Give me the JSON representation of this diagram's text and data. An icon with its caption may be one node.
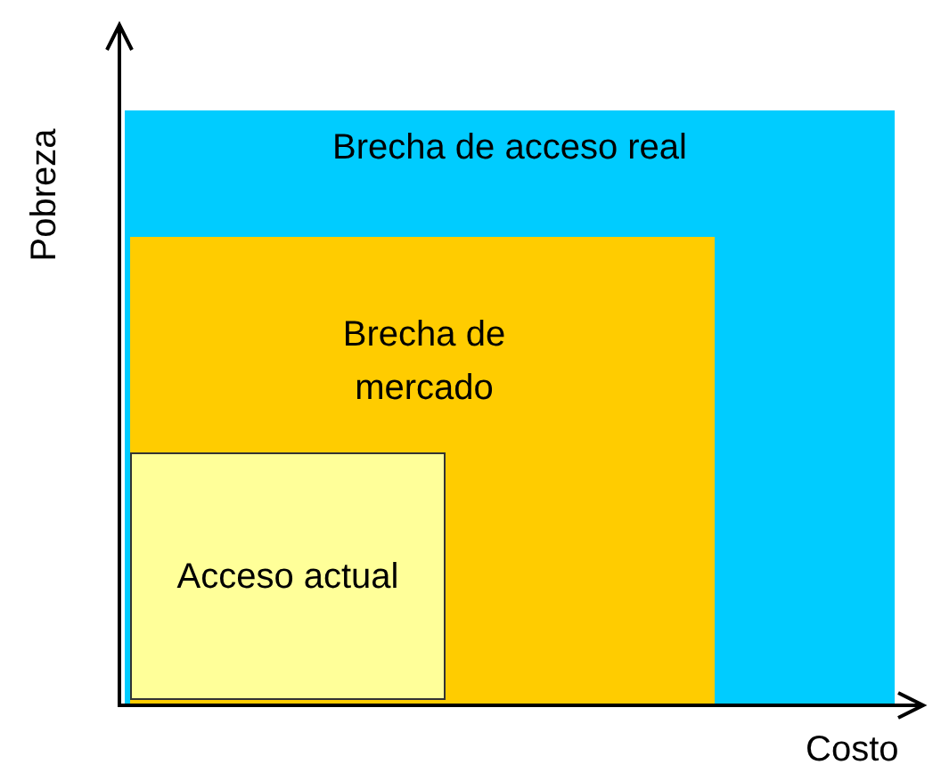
{
  "diagram": {
    "nodes": [
      {
        "text": [
          "Brecha de acceso real"
        ]
      },
      {
        "text": [
          "Brecha de mercado"
        ],
        "in": 0
      },
      {
        "text": [
          "Acceso actual"
        ],
        "in": 1
      }
    ],
    "labels": [
      "Pobreza",
      "Costo"
    ]
  }
}
